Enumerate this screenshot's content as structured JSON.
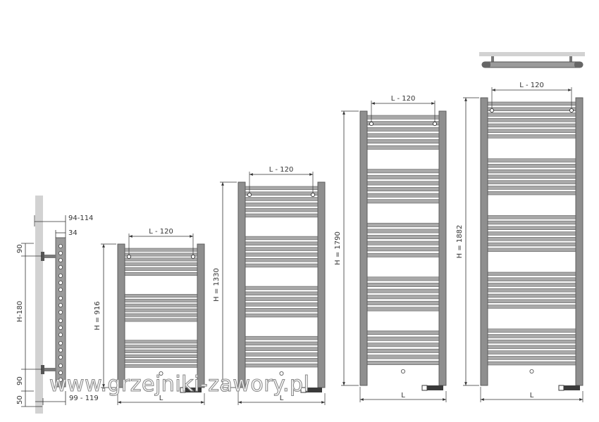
{
  "colors": {
    "rail": "#8f8f8f",
    "rail_edge": "#5e5e5e",
    "bar": "#a9a9a9",
    "wall": "#d2d2d2",
    "dim": "#333333",
    "valve": "#3a3a3a"
  },
  "side_view": {
    "top_width": "94-114",
    "depth": "34",
    "bottom_width": "99 - 119",
    "top_offset": "90",
    "axis": "H-180",
    "bottom_offset": "90",
    "floor": "50"
  },
  "radiators": [
    {
      "id": "r916",
      "width_label": "L",
      "height_label": "H = 916",
      "spacing_label": "L - 120"
    },
    {
      "id": "r1330",
      "width_label": "L",
      "height_label": "H = 1330",
      "spacing_label": "L - 120"
    },
    {
      "id": "r1790",
      "width_label": "L",
      "height_label": "H = 1790",
      "spacing_label": "L - 120"
    },
    {
      "id": "r1882",
      "width_label": "L",
      "height_label": "H = 1882",
      "spacing_label": "L - 120"
    }
  ],
  "watermark": "www.grzejniki-zawory.pl"
}
